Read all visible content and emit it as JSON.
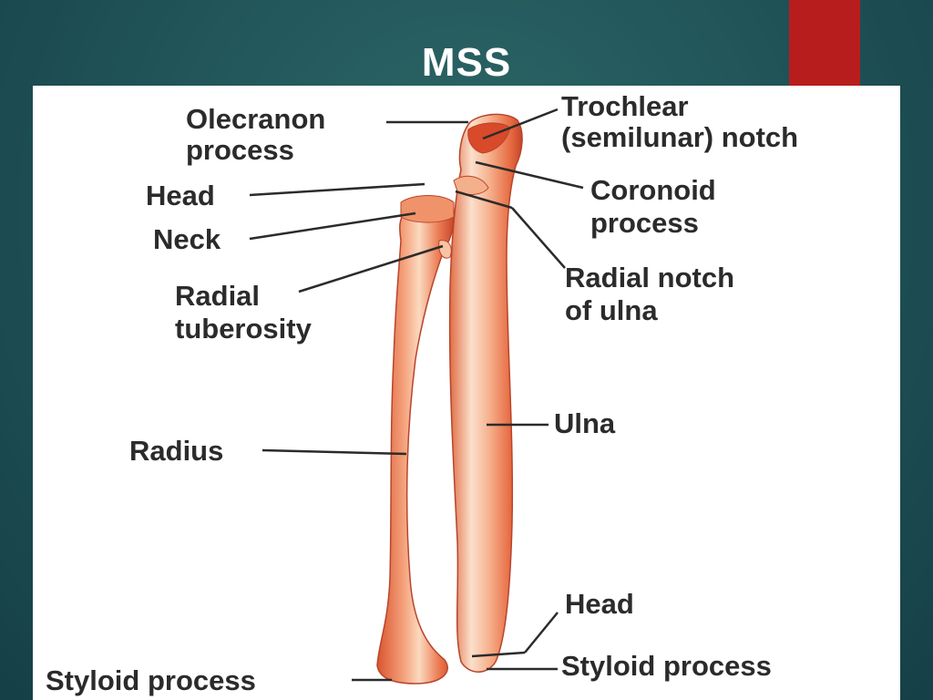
{
  "slide": {
    "title": "MSS"
  },
  "labels": {
    "olecranon_line1": "Olecranon",
    "olecranon_line2": "process",
    "head_top": "Head",
    "neck": "Neck",
    "radial_tuberosity_line1": "Radial",
    "radial_tuberosity_line2": "tuberosity",
    "radius": "Radius",
    "styloid_left": "Styloid process",
    "trochlear_line1": "Trochlear",
    "trochlear_line2": "(semilunar) notch",
    "coronoid_line1": "Coronoid",
    "coronoid_line2": "process",
    "radial_notch_line1": "Radial notch",
    "radial_notch_line2": "of ulna",
    "ulna": "Ulna",
    "head_bottom": "Head",
    "styloid_right": "Styloid process"
  },
  "colors": {
    "accent": "#b81d1d",
    "bone": "#e8734a",
    "bone_highlight": "#f8c8a8"
  }
}
